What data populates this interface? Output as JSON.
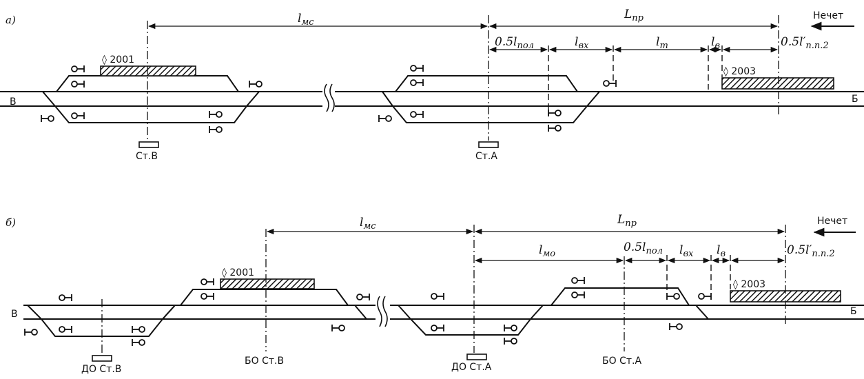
{
  "diagram_a": {
    "part_label": "а)",
    "direction_label": "Нечет",
    "left_track_label": "В",
    "right_track_label": "Б",
    "dims": {
      "l_mc": {
        "main": "l",
        "sub": "мс"
      },
      "L_pr": {
        "main": "L",
        "sub": "пр"
      },
      "half_l_pol": {
        "main": "0.5l",
        "sub": "пол"
      },
      "l_vx": {
        "main": "l",
        "sub": "вх"
      },
      "l_t": {
        "main": "l",
        "sub": "т"
      },
      "l_v": {
        "main": "l",
        "sub": "в"
      },
      "half_l_pp2": {
        "main": "0.5l′",
        "sub": "п.п.2"
      }
    },
    "train_left": "2001",
    "train_right": "2003",
    "station_left": "Ст.В",
    "station_right": "Ст.А"
  },
  "diagram_b": {
    "part_label": "б)",
    "direction_label": "Нечет",
    "left_track_label": "В",
    "right_track_label": "Б",
    "dims": {
      "l_mc": {
        "main": "l",
        "sub": "мс"
      },
      "L_pr": {
        "main": "L",
        "sub": "пр"
      },
      "l_mo": {
        "main": "l",
        "sub": "мо"
      },
      "half_l_pol": {
        "main": "0.5l",
        "sub": "пол"
      },
      "l_vx": {
        "main": "l",
        "sub": "вх"
      },
      "l_v": {
        "main": "l",
        "sub": "в"
      },
      "half_l_pp2": {
        "main": "0.5l′",
        "sub": "п.п.2"
      }
    },
    "train_left": "2001",
    "train_right": "2003",
    "labels": {
      "do_st_v": "ДО Ст.В",
      "bo_st_v": "БО Ст.В",
      "do_st_a": "ДО Ст.А",
      "bo_st_a": "БО Ст.А"
    }
  }
}
